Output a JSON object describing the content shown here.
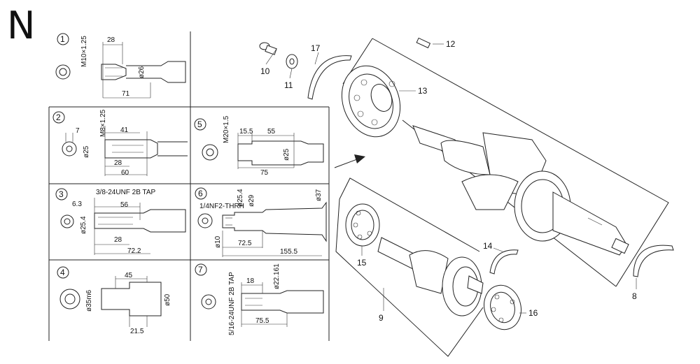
{
  "section_letter": "N",
  "shaft_panels": [
    {
      "number": "1",
      "labels": {
        "thread": "M10×1.25",
        "len_a": "28",
        "dia": "ø26",
        "len_total": "71"
      }
    },
    {
      "number": "2",
      "labels": {
        "key": "7",
        "thread": "M8×1.25",
        "dia": "ø25",
        "len_a": "41",
        "len_b": "28",
        "len_total": "60"
      }
    },
    {
      "number": "3",
      "labels": {
        "tap": "3/8-24UNF 2B TAP",
        "key": "6.3",
        "dia": "ø25.4",
        "len_a": "56",
        "len_b": "28",
        "len_total": "72.2"
      }
    },
    {
      "number": "4",
      "labels": {
        "dia_a": "ø35m6",
        "len_a": "45",
        "dia_b": "ø50",
        "len_b": "21.5"
      }
    },
    {
      "number": "5",
      "labels": {
        "thread": "M20×1.5",
        "len_a": "15.5",
        "len_b": "55",
        "dia": "ø25",
        "len_total": "75"
      }
    },
    {
      "number": "6",
      "labels": {
        "thread": "1/4NF2-THRH",
        "dia_a": "ø25.4",
        "dia_b": "ø29",
        "dia_c": "ø37",
        "dia_d": "ø10",
        "len_a": "72.5",
        "len_total": "155.5"
      }
    },
    {
      "number": "7",
      "labels": {
        "tap": "5/16-24UNF 2B TAP",
        "len_a": "18",
        "dia": "ø22.161",
        "len_total": "75.5"
      }
    }
  ],
  "callouts": [
    "8",
    "9",
    "10",
    "11",
    "12",
    "13",
    "14",
    "15",
    "16",
    "17"
  ],
  "colors": {
    "ink": "#222222",
    "background": "#ffffff"
  }
}
